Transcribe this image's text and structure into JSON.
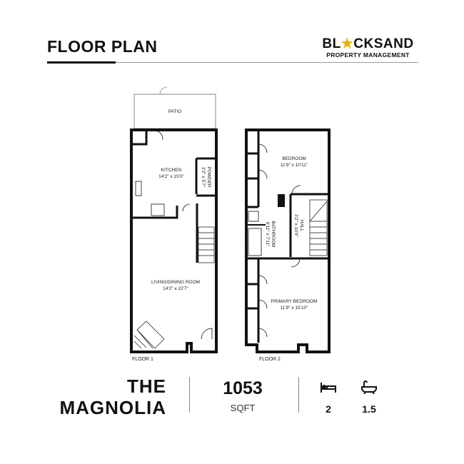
{
  "header": {
    "title": "FLOOR PLAN",
    "brand_name_pre": "BL",
    "brand_name_post": "CKSAND",
    "brand_tagline": "PROPERTY MANAGEMENT",
    "brand_star_color": "#e8b400"
  },
  "floor1": {
    "label": "FLOOR 1",
    "rooms": [
      {
        "name": "PATIO",
        "dims": ""
      },
      {
        "name": "KITCHEN",
        "dims": "14'2\" x 15'0\""
      },
      {
        "name": "POWDER",
        "dims": "3'2\" x 5'7\""
      },
      {
        "name": "LIVING/DINING ROOM",
        "dims": "14'2\" x 22'7\""
      }
    ]
  },
  "floor2": {
    "label": "FLOOR 2",
    "rooms": [
      {
        "name": "BEDROOM",
        "dims": "11'9\" x 10'11\""
      },
      {
        "name": "HALL",
        "dims": "3'2\" x 10'4\""
      },
      {
        "name": "BATHROOM",
        "dims": "6'11\" x 7'11\""
      },
      {
        "name": "PRIMARY BEDROOM",
        "dims": "11'9\" x 15'10\""
      }
    ]
  },
  "summary": {
    "name_line1": "THE",
    "name_line2": "MAGNOLIA",
    "sqft": "1053",
    "sqft_label": "SQFT",
    "bedrooms": "2",
    "bathrooms": "1.5",
    "bed_icon": "bed-icon",
    "bath_icon": "bathtub-icon"
  }
}
